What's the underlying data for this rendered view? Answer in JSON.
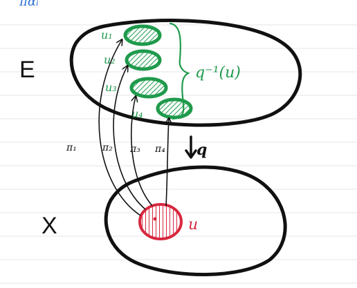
{
  "diagram": {
    "top_fragment": "παᵢ",
    "space_E_label": "E",
    "space_X_label": "X",
    "open_set_label": "u",
    "preimage_label": "q⁻¹(u)",
    "map_label": "q",
    "sheets": [
      {
        "label": "u₁"
      },
      {
        "label": "u₂"
      },
      {
        "label": "u₃"
      },
      {
        "label": "u₄"
      }
    ],
    "projections": [
      {
        "label": "π₁"
      },
      {
        "label": "π₂"
      },
      {
        "label": "π₃"
      },
      {
        "label": "π₄"
      }
    ],
    "colors": {
      "ink": "#111111",
      "green": "#1f9a4c",
      "red": "#d8283f",
      "blue": "#2a6fd6",
      "ruled_line": "#e4e6ea"
    }
  }
}
